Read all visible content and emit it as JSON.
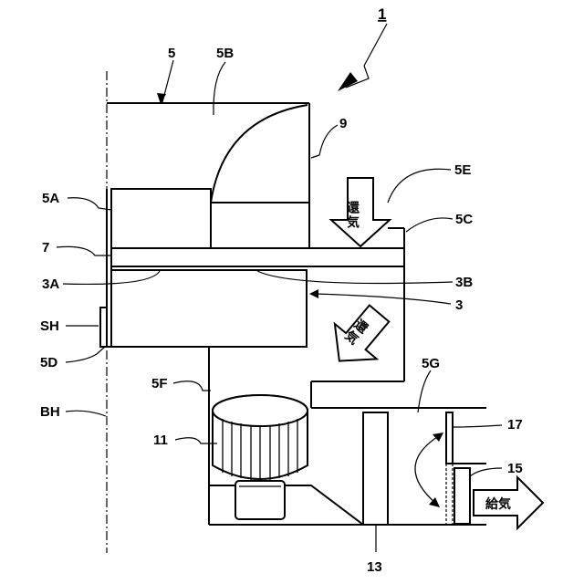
{
  "labels": {
    "device": "1",
    "casing": "5",
    "upper_chamber": "5B",
    "damper": "9",
    "return_inlet": "5E",
    "left_block": "5A",
    "right_wall": "5C",
    "plate": "7",
    "hx_left": "3A",
    "hx_right": "3B",
    "heat_exchanger": "3",
    "sh": "SH",
    "corner": "5D",
    "bh": "BH",
    "fan_chamber": "5F",
    "supply_chamber": "5G",
    "fan": "11",
    "filter": "13",
    "flap": "17",
    "damper_plate": "15"
  },
  "arrows": {
    "return_air_1": "還気",
    "return_air_2": "還気",
    "supply_air": "給気"
  }
}
